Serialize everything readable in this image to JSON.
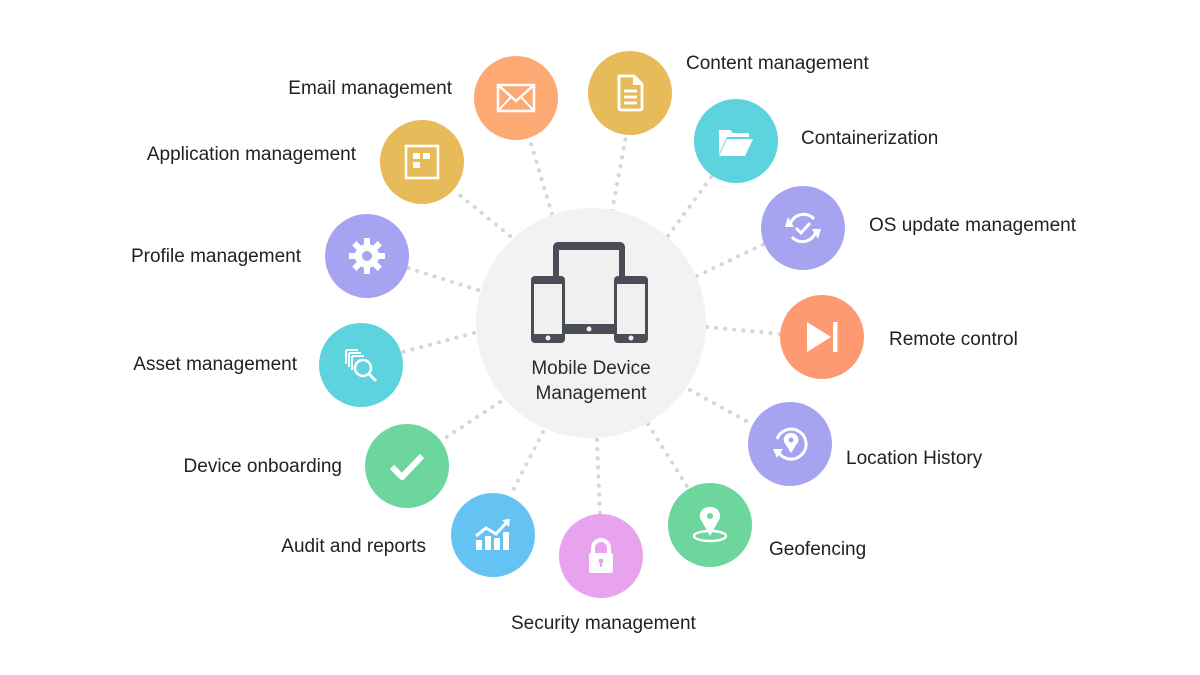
{
  "hub": {
    "title_line1": "Mobile Device",
    "title_line2": "Management",
    "icon": "devices-icon",
    "color": "#f2f2f2"
  },
  "nodes": [
    {
      "id": "email",
      "label": "Email management",
      "icon": "envelope-icon",
      "color": "#FDA974"
    },
    {
      "id": "content",
      "label": "Content management",
      "icon": "document-icon",
      "color": "#E8BB5A"
    },
    {
      "id": "containerization",
      "label": "Containerization",
      "icon": "folder-icon",
      "color": "#5DD3DE"
    },
    {
      "id": "os-update",
      "label": "OS update management",
      "icon": "sync-check-icon",
      "color": "#A6A4F0"
    },
    {
      "id": "remote-control",
      "label": "Remote control",
      "icon": "skip-forward-icon",
      "color": "#FD9A72"
    },
    {
      "id": "location-history",
      "label": "Location History",
      "icon": "location-history-icon",
      "color": "#A6A4F0"
    },
    {
      "id": "geofencing",
      "label": "Geofencing",
      "icon": "map-pin-icon",
      "color": "#6DD69D"
    },
    {
      "id": "security",
      "label": "Security management",
      "icon": "lock-icon",
      "color": "#E8A3EF"
    },
    {
      "id": "audit",
      "label": "Audit and reports",
      "icon": "chart-growth-icon",
      "color": "#65C3F3"
    },
    {
      "id": "onboarding",
      "label": "Device onboarding",
      "icon": "checkmark-icon",
      "color": "#6DD69D"
    },
    {
      "id": "asset",
      "label": "Asset management",
      "icon": "search-files-icon",
      "color": "#5DD3DE"
    },
    {
      "id": "profile",
      "label": "Profile management",
      "icon": "gear-icon",
      "color": "#A6A4F0"
    },
    {
      "id": "application",
      "label": "Application management",
      "icon": "app-grid-icon",
      "color": "#E8BB5A"
    }
  ]
}
